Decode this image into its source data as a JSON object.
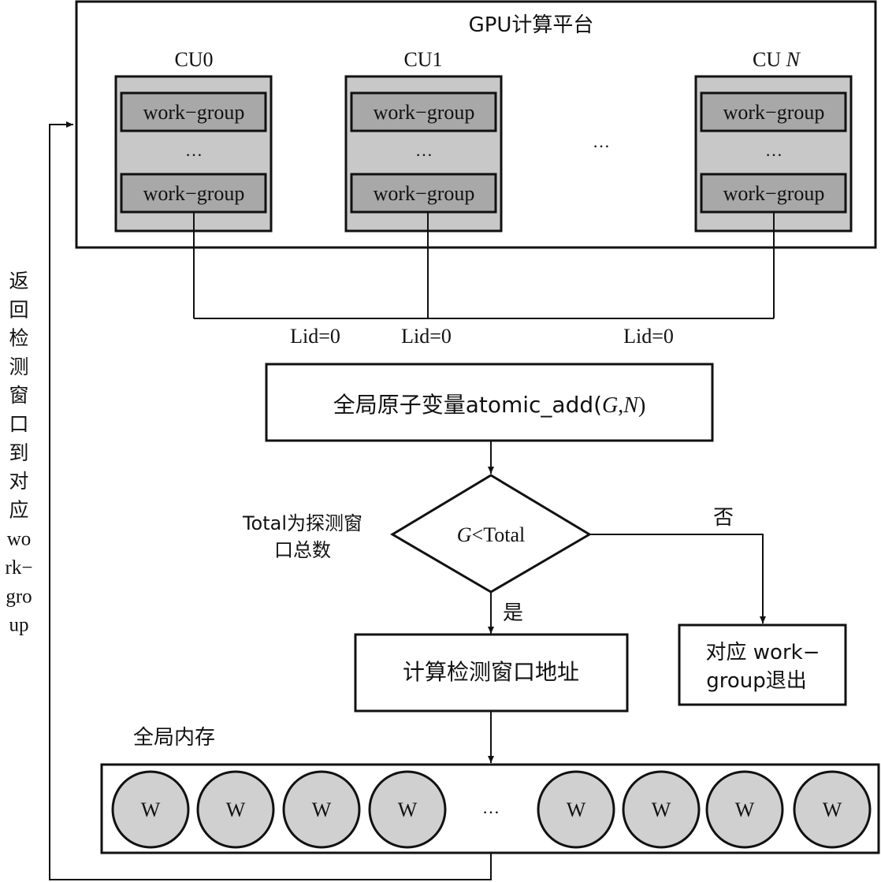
{
  "platform": {
    "title": "GPU计算平台"
  },
  "compute_units": [
    {
      "label": "CU0",
      "top_group": "work−group",
      "ellipsis": "…",
      "bottom_group": "work−group"
    },
    {
      "label": "CU1",
      "top_group": "work−group",
      "ellipsis": "…",
      "bottom_group": "work−group"
    },
    {
      "label_prefix": "CU ",
      "label_italic": "N",
      "top_group": "work−group",
      "ellipsis": "…",
      "bottom_group": "work−group"
    }
  ],
  "cu_gap_ellipsis": "…",
  "lid_labels": [
    "Lid=0",
    "Lid=0",
    "Lid=0"
  ],
  "atomic_box": {
    "prefix": "全局原子变量atomic_add(",
    "g": "G",
    "comma": ",",
    "n": "N",
    "suffix": ")"
  },
  "decision": {
    "g": "G",
    "rest": "<Total"
  },
  "total_note": {
    "line1": "Total为探测窗",
    "line2": "口总数"
  },
  "branch": {
    "yes": "是",
    "no": "否"
  },
  "compute_box": {
    "label": "计算检测窗口地址"
  },
  "exit_box": {
    "line1": "对应 work−",
    "line2": "group退出"
  },
  "memory": {
    "label": "全局内存",
    "ellipsis": "…",
    "windows": [
      "W",
      "W",
      "W",
      "W",
      "W",
      "W",
      "W",
      "W"
    ]
  },
  "return_label": [
    "返",
    "回",
    "检",
    "测",
    "窗",
    "口",
    "到",
    "对",
    "应",
    "wo",
    "rk−",
    "gro",
    "up"
  ],
  "colors": {
    "box_fill": "#c8c8c8",
    "inner_fill": "#a8a8a8",
    "circle_fill": "#d0d0d0",
    "stroke": "#111111"
  }
}
